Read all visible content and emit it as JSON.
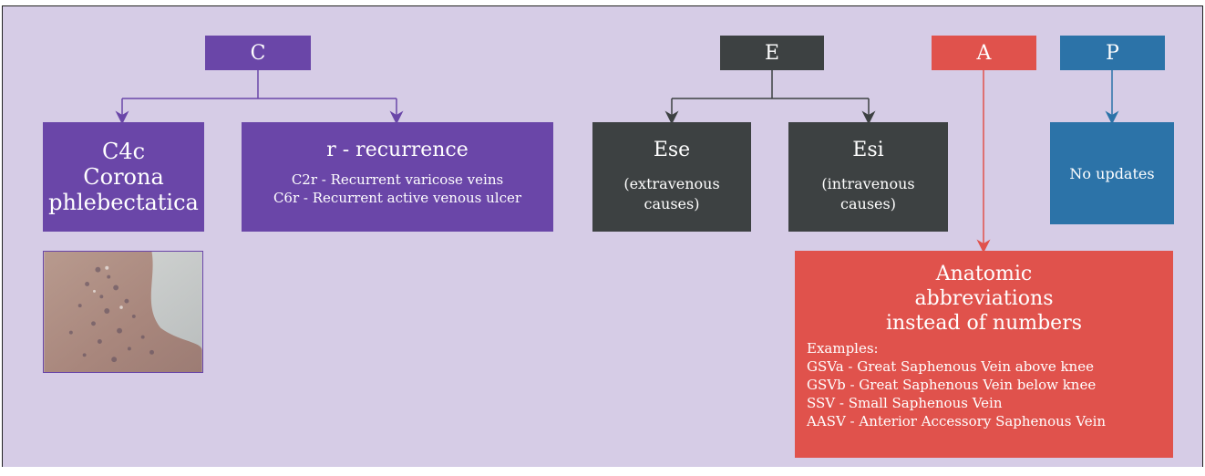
{
  "columns": {
    "c": {
      "letter": "C",
      "left_box": {
        "lines": [
          "C4c",
          "Corona",
          "phlebectatica"
        ]
      },
      "right_box": {
        "title": "r - recurrence",
        "lines": [
          "C2r - Recurrent varicose veins",
          "C6r - Recurrent active venous ulcer"
        ]
      }
    },
    "e": {
      "letter": "E",
      "left_box": {
        "title": "Ese",
        "lines": [
          "(extravenous",
          "causes)"
        ]
      },
      "right_box": {
        "title": "Esi",
        "lines": [
          "(intravenous",
          "causes)"
        ]
      }
    },
    "a": {
      "letter": "A",
      "box": {
        "heading_lines": [
          "Anatomic",
          "abbreviations",
          "instead of numbers"
        ],
        "examples_label": "Examples:",
        "examples": [
          "GSVa - Great Saphenous Vein above knee",
          "GSVb - Great Saphenous Vein below knee",
          "SSV - Small Saphenous Vein",
          "AASV - Anterior Accessory Saphenous Vein"
        ]
      }
    },
    "p": {
      "letter": "P",
      "box": {
        "text": "No updates"
      }
    }
  },
  "colors": {
    "background": "#d6cce6",
    "c_purple": "#6a46a8",
    "e_dark": "#3d4142",
    "a_red": "#e0524c",
    "p_blue": "#2c73a8"
  },
  "image": {
    "semantic": "leg-photo-corona-phlebectatica"
  }
}
